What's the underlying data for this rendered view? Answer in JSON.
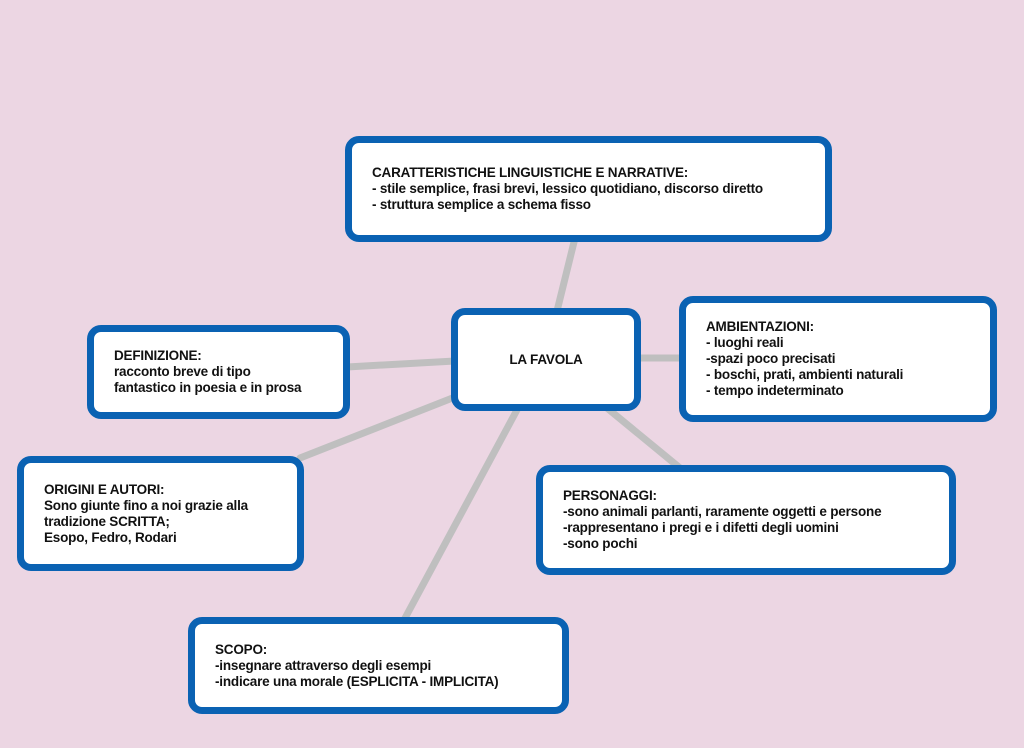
{
  "colors": {
    "background": "#ecd6e3",
    "node_border": "#0a62b3",
    "connector": "#bfbfbf"
  },
  "center": {
    "title": "LA FAVOLA"
  },
  "nodes": {
    "caratteristiche": {
      "lines": [
        "CARATTERISTICHE LINGUISTICHE E NARRATIVE:",
        "- stile semplice, frasi brevi, lessico quotidiano, discorso diretto",
        "- struttura semplice a schema fisso"
      ]
    },
    "ambientazioni": {
      "lines": [
        "AMBIENTAZIONI:",
        "- luoghi reali",
        "-spazi poco precisati",
        "- boschi, prati, ambienti naturali",
        "- tempo indeterminato"
      ]
    },
    "definizione": {
      "lines": [
        "DEFINIZIONE:",
        "racconto breve di tipo",
        "fantastico in poesia e in prosa"
      ]
    },
    "origini": {
      "lines": [
        "ORIGINI E AUTORI:",
        "Sono giunte fino a noi grazie alla",
        "tradizione SCRITTA;",
        "Esopo, Fedro, Rodari"
      ]
    },
    "personaggi": {
      "lines": [
        "PERSONAGGI:",
        "-sono animali parlanti, raramente oggetti e persone",
        "-rappresentano i pregi e i difetti degli uomini",
        "-sono pochi"
      ]
    },
    "scopo": {
      "lines": [
        "SCOPO:",
        "-insegnare attraverso degli esempi",
        "-indicare una morale (ESPLICITA - IMPLICITA)"
      ]
    }
  }
}
